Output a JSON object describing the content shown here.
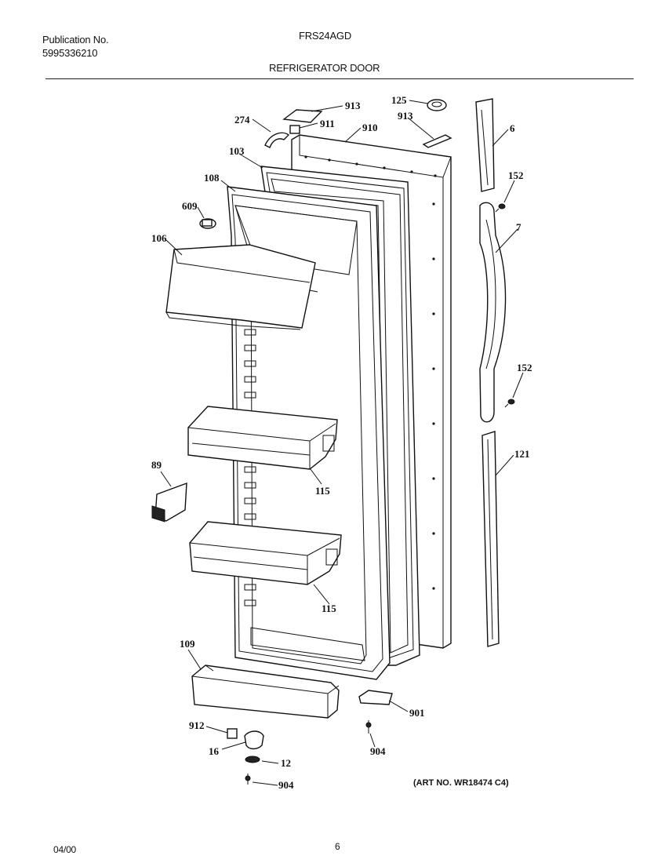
{
  "header": {
    "publication_label": "Publication No.",
    "publication_number": "5995336210",
    "model": "FRS24AGD",
    "section_title": "REFRIGERATOR DOOR"
  },
  "parts": {
    "p913a": "913",
    "p274": "274",
    "p911": "911",
    "p910": "910",
    "p125": "125",
    "p913b": "913",
    "p6": "6",
    "p103": "103",
    "p108": "108",
    "p609": "609",
    "p106": "106",
    "p152a": "152",
    "p7": "7",
    "p152b": "152",
    "p121": "121",
    "p89": "89",
    "p115a": "115",
    "p115b": "115",
    "p109": "109",
    "p901": "901",
    "p912": "912",
    "p16": "16",
    "p12": "12",
    "p904a": "904",
    "p904b": "904"
  },
  "art_number": "(ART NO. WR18474 C4)",
  "footer": {
    "date": "04/00",
    "page": "6"
  }
}
